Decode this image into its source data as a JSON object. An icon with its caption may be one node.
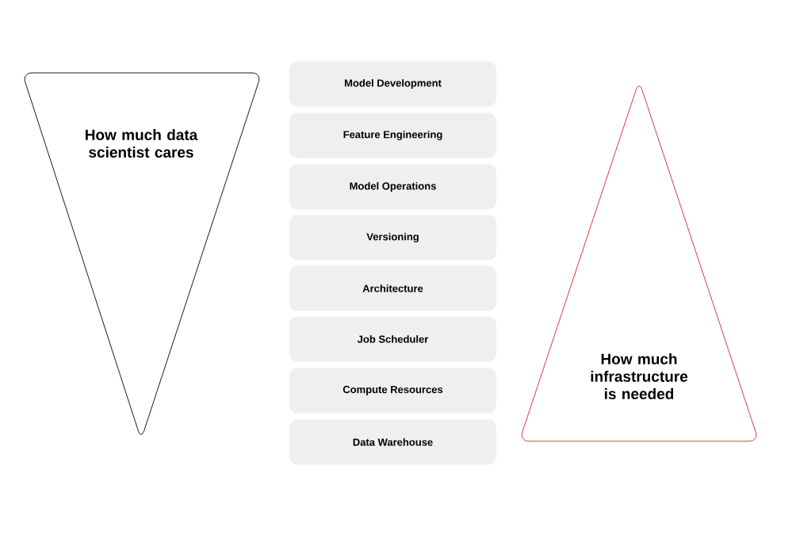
{
  "diagram": {
    "nodes": [
      {
        "text": [
          "How much data scientist cares"
        ]
      },
      {
        "text": [
          "Model Development"
        ]
      },
      {
        "text": [
          "Feature Engineering"
        ]
      },
      {
        "text": [
          "Model Operations"
        ]
      },
      {
        "text": [
          "Versioning"
        ]
      },
      {
        "text": [
          "Architecture"
        ]
      },
      {
        "text": [
          "Job Scheduler"
        ]
      },
      {
        "text": [
          "Compute Resources"
        ]
      },
      {
        "text": [
          "Data Warehouse"
        ]
      },
      {
        "text": [
          "How much infrastructure is needed"
        ]
      }
    ]
  }
}
